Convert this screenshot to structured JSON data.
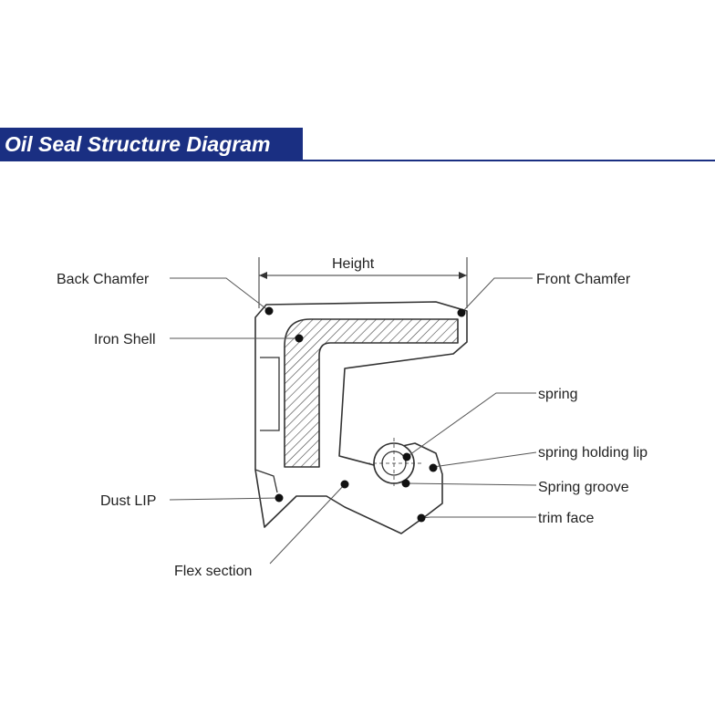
{
  "header": {
    "title": "Oil Seal Structure Diagram"
  },
  "colors": {
    "header_bg": "#1a2f82",
    "header_text": "#ffffff",
    "line": "#333333",
    "label_text": "#222222"
  },
  "labels": {
    "height": "Height",
    "back_chamfer": "Back Chamfer",
    "front_chamfer": "Front Chamfer",
    "iron_shell": "Iron Shell",
    "spring": "spring",
    "spring_holding_lip": "spring holding lip",
    "spring_groove": "Spring groove",
    "dust_lip": "Dust LIP",
    "trim_face": "trim face",
    "flex_section": "Flex section"
  }
}
